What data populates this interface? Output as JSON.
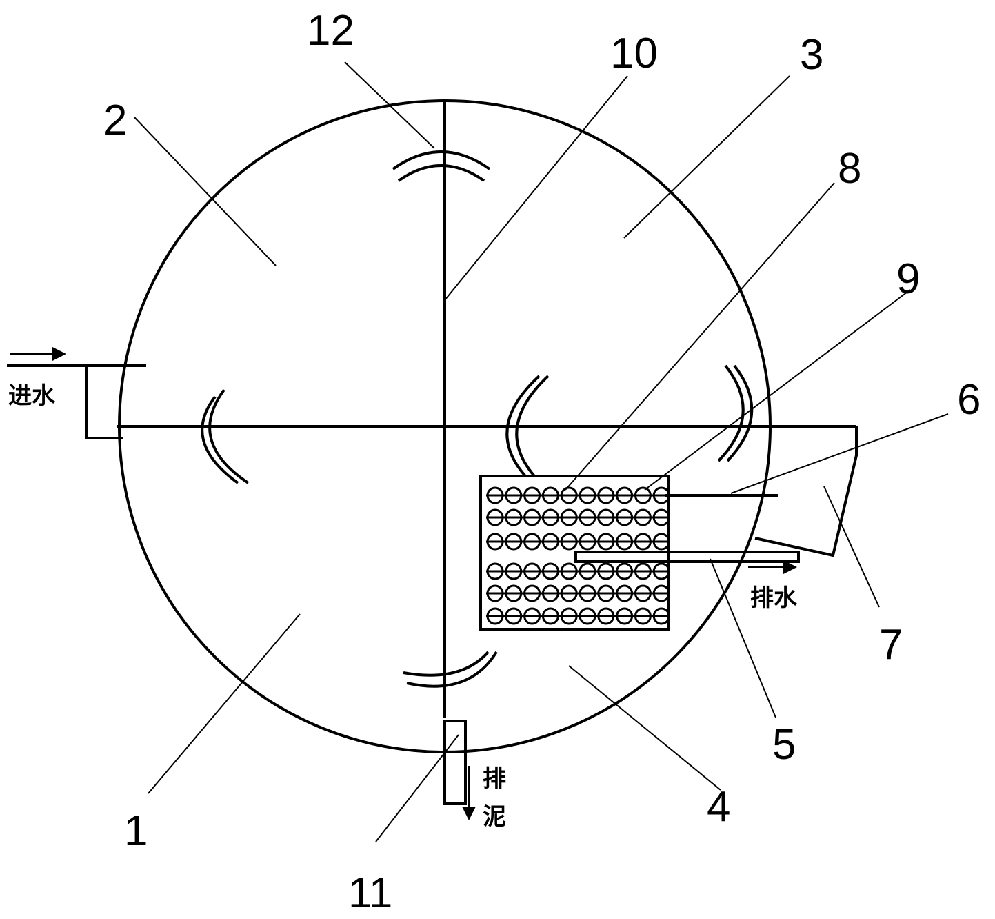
{
  "diagram": {
    "labels": {
      "inlet": "进水",
      "drain_water": "排水",
      "drain_sludge_1": "排",
      "drain_sludge_2": "泥"
    },
    "callouts": {
      "n1": "1",
      "n2": "2",
      "n3": "3",
      "n4": "4",
      "n5": "5",
      "n6": "6",
      "n7": "7",
      "n8": "8",
      "n9": "9",
      "n10": "10",
      "n11": "11",
      "n12": "12"
    }
  }
}
